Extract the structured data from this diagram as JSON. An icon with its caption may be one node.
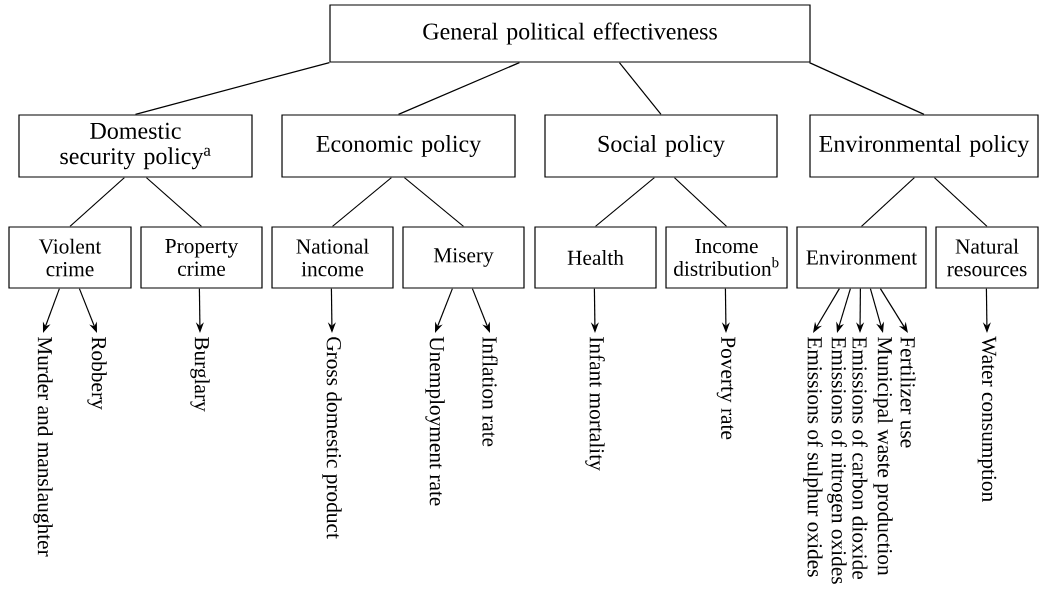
{
  "diagram": {
    "nodes": [
      {
        "text": [
          "General political effectiveness"
        ]
      },
      {
        "text": [
          "Domestic security policy$^{a}$"
        ]
      },
      {
        "text": [
          "Economic policy"
        ]
      },
      {
        "text": [
          "Social policy"
        ]
      },
      {
        "text": [
          "Environmental policy"
        ]
      },
      {
        "text": [
          "Violent crime"
        ]
      },
      {
        "text": [
          "Property crime"
        ]
      },
      {
        "text": [
          "National income"
        ]
      },
      {
        "text": [
          "Misery"
        ]
      },
      {
        "text": [
          "Health"
        ]
      },
      {
        "text": [
          "Income distribution$^{b}$"
        ]
      },
      {
        "text": [
          "Environment"
        ]
      },
      {
        "text": [
          "Natural resources"
        ]
      },
      {
        "text": [
          "Murder and manslaughter"
        ]
      },
      {
        "text": [
          "Robbery"
        ]
      },
      {
        "text": [
          "Burglary"
        ]
      },
      {
        "text": [
          "Gross domestic product"
        ]
      },
      {
        "text": [
          "Unemployment rate"
        ]
      },
      {
        "text": [
          "Inflation rate"
        ]
      },
      {
        "text": [
          "Infant mortality"
        ]
      },
      {
        "text": [
          "Poverty rate"
        ]
      },
      {
        "text": [
          "Emissions of sulphur oxides"
        ]
      },
      {
        "text": [
          "Emissions of nitrogen oxides"
        ]
      },
      {
        "text": [
          "Emissions of carbon dioxide"
        ]
      },
      {
        "text": [
          "Municipal waste production"
        ]
      },
      {
        "text": [
          "Fertilizer use"
        ]
      },
      {
        "text": [
          "Water consumption"
        ]
      }
    ],
    "edges": [
      {
        "from": 0,
        "to": 1,
        "arrow": "none"
      },
      {
        "from": 0,
        "to": 2,
        "arrow": "none"
      },
      {
        "from": 0,
        "to": 3,
        "arrow": "none"
      },
      {
        "from": 0,
        "to": 4,
        "arrow": "none"
      },
      {
        "from": 1,
        "to": 5,
        "arrow": "none"
      },
      {
        "from": 1,
        "to": 6,
        "arrow": "none"
      },
      {
        "from": 2,
        "to": 7,
        "arrow": "none"
      },
      {
        "from": 2,
        "to": 8,
        "arrow": "none"
      },
      {
        "from": 3,
        "to": 9,
        "arrow": "none"
      },
      {
        "from": 3,
        "to": 10,
        "arrow": "none"
      },
      {
        "from": 4,
        "to": 11,
        "arrow": "none"
      },
      {
        "from": 4,
        "to": 12,
        "arrow": "none"
      },
      {
        "from": 5,
        "to": 13,
        "arrow": "to"
      },
      {
        "from": 5,
        "to": 14,
        "arrow": "to"
      },
      {
        "from": 6,
        "to": 15,
        "arrow": "to"
      },
      {
        "from": 7,
        "to": 16,
        "arrow": "to"
      },
      {
        "from": 8,
        "to": 17,
        "arrow": "to"
      },
      {
        "from": 8,
        "to": 18,
        "arrow": "to"
      },
      {
        "from": 9,
        "to": 19,
        "arrow": "to"
      },
      {
        "from": 10,
        "to": 20,
        "arrow": "to"
      },
      {
        "from": 11,
        "to": 21,
        "arrow": "to"
      },
      {
        "from": 11,
        "to": 22,
        "arrow": "to"
      },
      {
        "from": 11,
        "to": 23,
        "arrow": "to"
      },
      {
        "from": 11,
        "to": 24,
        "arrow": "to"
      },
      {
        "from": 11,
        "to": 25,
        "arrow": "to"
      },
      {
        "from": 12,
        "to": 26,
        "arrow": "to"
      }
    ]
  }
}
